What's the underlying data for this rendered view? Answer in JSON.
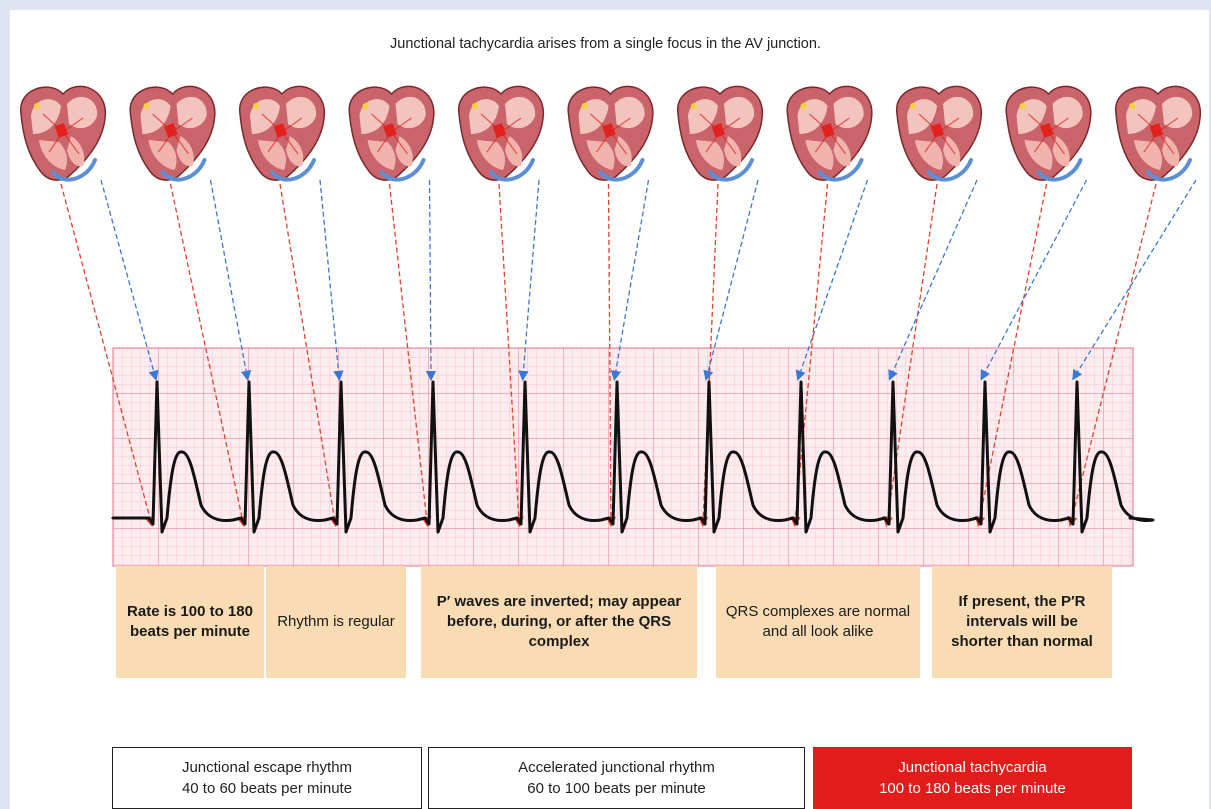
{
  "title": "Junctional tachycardia arises from a single focus in the AV junction.",
  "colors": {
    "grid_bg": "#fcecef",
    "grid_minor": "#f5b7c3",
    "grid_major": "#ea8a9d",
    "trace": "#111111",
    "p_wave_arrow": "#e0432a",
    "qrs_arrow": "#3a78d4",
    "note_bg": "#f9dcb3",
    "highlight": "#e21b1b"
  },
  "icons": {
    "heart": "heart-cross-section-icon",
    "arrow_p": "p-wave-arrow-icon",
    "arrow_qrs": "qrs-arrow-icon"
  },
  "beat_count": 11,
  "notes": [
    {
      "text": "Rate is 100 to 180 beats per minute",
      "bold": true
    },
    {
      "text": "Rhythm is regular",
      "bold": false
    },
    {
      "text": "P′ waves are inverted; may appear before, during, or after the QRS complex",
      "bold": true
    },
    {
      "text": "QRS complexes are normal and all look alike",
      "bold": false
    },
    {
      "text": "If present, the P′R intervals will be shorter than normal",
      "bold": true
    }
  ],
  "rates": [
    {
      "name": "Junctional escape rhythm",
      "range": "40 to 60 beats per minute",
      "highlight": false
    },
    {
      "name": "Accelerated junctional rhythm",
      "range": "60 to 100 beats per minute",
      "highlight": false
    },
    {
      "name": "Junctional tachycardia",
      "range": "100 to 180 beats per minute",
      "highlight": true
    }
  ]
}
